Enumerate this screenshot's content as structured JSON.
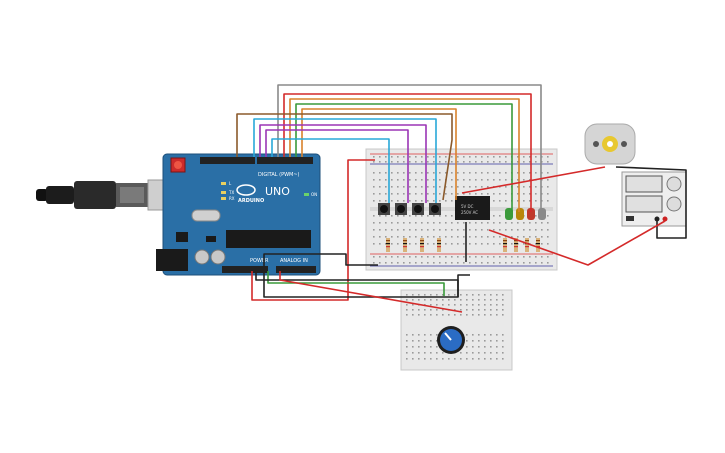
{
  "arduino": {
    "brand_text": "UNO",
    "logo_text": "ARDUINO",
    "digital_header": "DIGITAL (PWM~)",
    "power_header": "POWER",
    "analog_header": "ANALOG IN",
    "led_l": "L",
    "led_tx": "TX",
    "led_rx": "RX",
    "led_on": "ON",
    "board_color": "#2a6fa6"
  },
  "relay": {
    "text_line1": "5V DC",
    "text_line2": "250V AC"
  },
  "breadboard": {
    "color": "#e8e8e8",
    "rail_red": "#d33",
    "rail_blue": "#339"
  },
  "leds": {
    "colors": [
      "#3c9b3c",
      "#b8860b",
      "#c0392b",
      "#8a8a8a"
    ]
  },
  "wires": {
    "red": "#d42a2a",
    "black": "#222222",
    "green": "#3a9a3a",
    "orange": "#d9822b",
    "purple": "#9b35b5",
    "cyan": "#29a8d8",
    "brown": "#8b5a2b",
    "gray": "#8a8a8a",
    "teal": "#27b0a0",
    "yellow": "#c8b020"
  },
  "potentiometer": {
    "knob_color": "#2b6cc4"
  },
  "motor": {
    "body_color": "#d5d5d5",
    "shaft_color": "#e8c830"
  }
}
